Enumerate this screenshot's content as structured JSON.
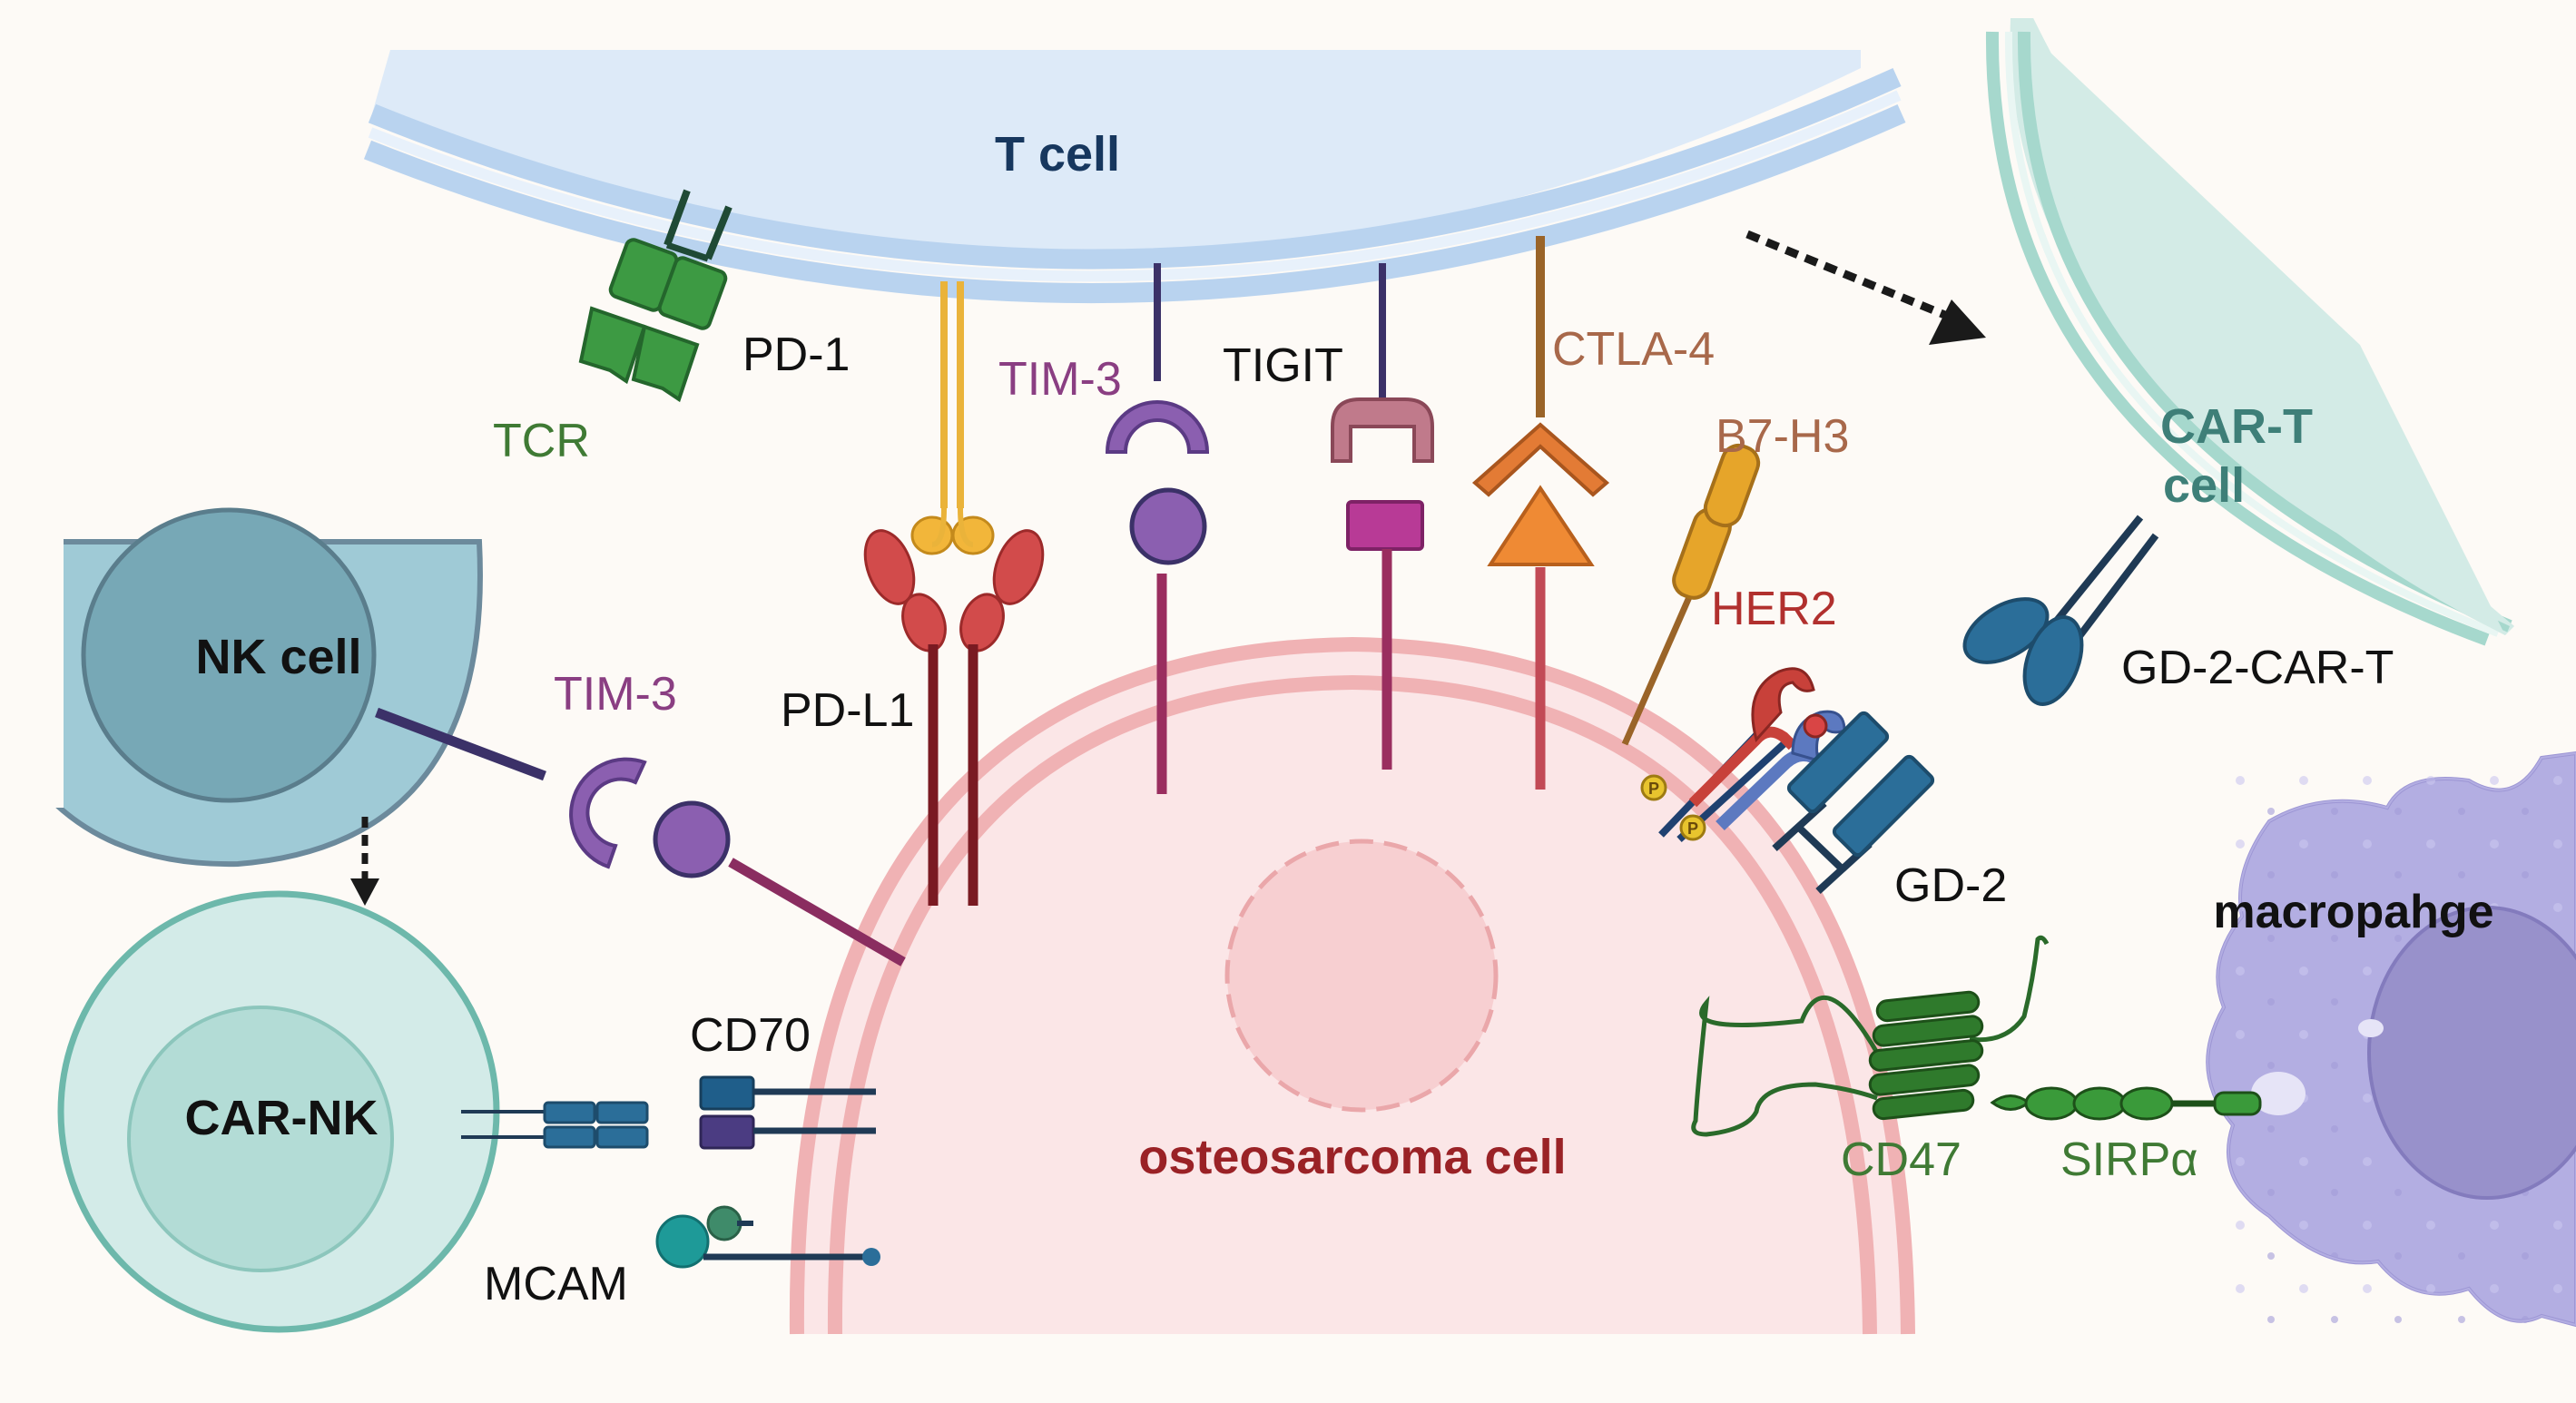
{
  "cells": {
    "t_cell": "T cell",
    "car_t": [
      "CAR-T",
      "cell"
    ],
    "nk_cell": "NK cell",
    "car_nk": "CAR-NK",
    "osteosarcoma": "osteosarcoma cell",
    "macrophage": "macropahge"
  },
  "molecules": {
    "pd1": "PD-1",
    "tcr": "TCR",
    "pdl1": "PD-L1",
    "tim3_t": "TIM-3",
    "tigit": "TIGIT",
    "ctla4": "CTLA-4",
    "b7h3": "B7-H3",
    "her2": "HER2",
    "gd2_car_t": "GD-2-CAR-T",
    "gd2": "GD-2",
    "tim3_nk": "TIM-3",
    "cd70": "CD70",
    "mcam": "MCAM",
    "cd47": "CD47",
    "sirpa": "SIRPα",
    "phospho": "P"
  },
  "colors": {
    "t_cell": "#ddeaf8",
    "t_cell_membrane": "#b9d3ef",
    "t_cell_label": "#17375e",
    "car_t": "#d3ebe6",
    "car_t_membrane": "#a6d8cd",
    "car_t_label": "#3e7f78",
    "nk": "#9fcad6",
    "car_nk": "#d3ebe8",
    "osteo": "#fbe6e7",
    "osteo_membrane": "#f0b2b4",
    "osteo_label": "#9a2226",
    "macrophage": "#b3aee2",
    "purple_label": "#8a3e82",
    "green_label": "#3f7a34",
    "brown_label": "#a8684a",
    "her2_label": "#b1302e"
  }
}
